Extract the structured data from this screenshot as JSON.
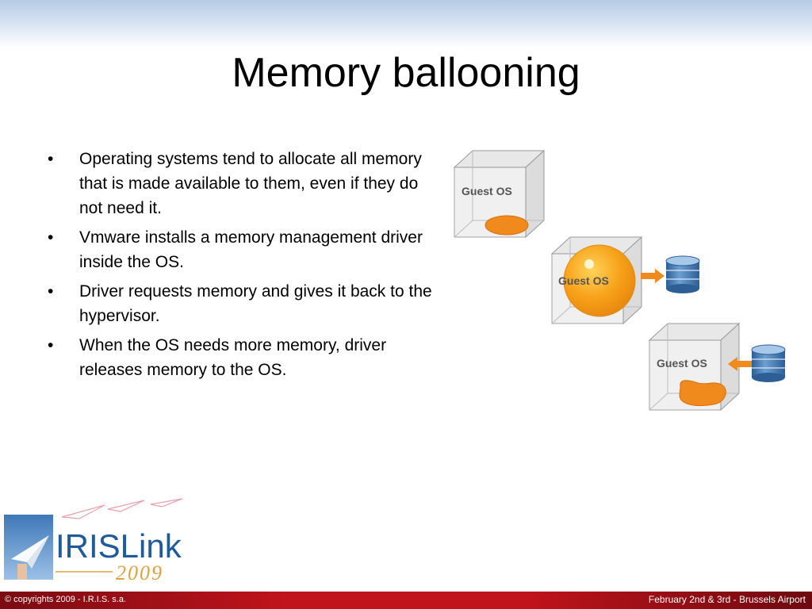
{
  "slide": {
    "title": "Memory ballooning",
    "bullets": [
      "Operating systems tend to allocate all memory that is made available to them, even if they do not need it.",
      "Vmware installs a memory management driver inside the OS.",
      "Driver requests memory and gives it back to the hypervisor.",
      "When the OS needs more memory, driver releases memory to the OS."
    ],
    "bullet_glyph": "•"
  },
  "diagram": {
    "box_label": "Guest OS",
    "accent_color": "#f08a1c",
    "icons": [
      "cube-icon",
      "balloon-icon",
      "database-icon",
      "arrow-icon"
    ]
  },
  "logo": {
    "name": "IRISLink",
    "year": "2009"
  },
  "footer": {
    "copyright": "© copyrights 2009 - I.R.I.S. s.a.",
    "event": "February 2nd & 3rd - Brussels Airport"
  }
}
